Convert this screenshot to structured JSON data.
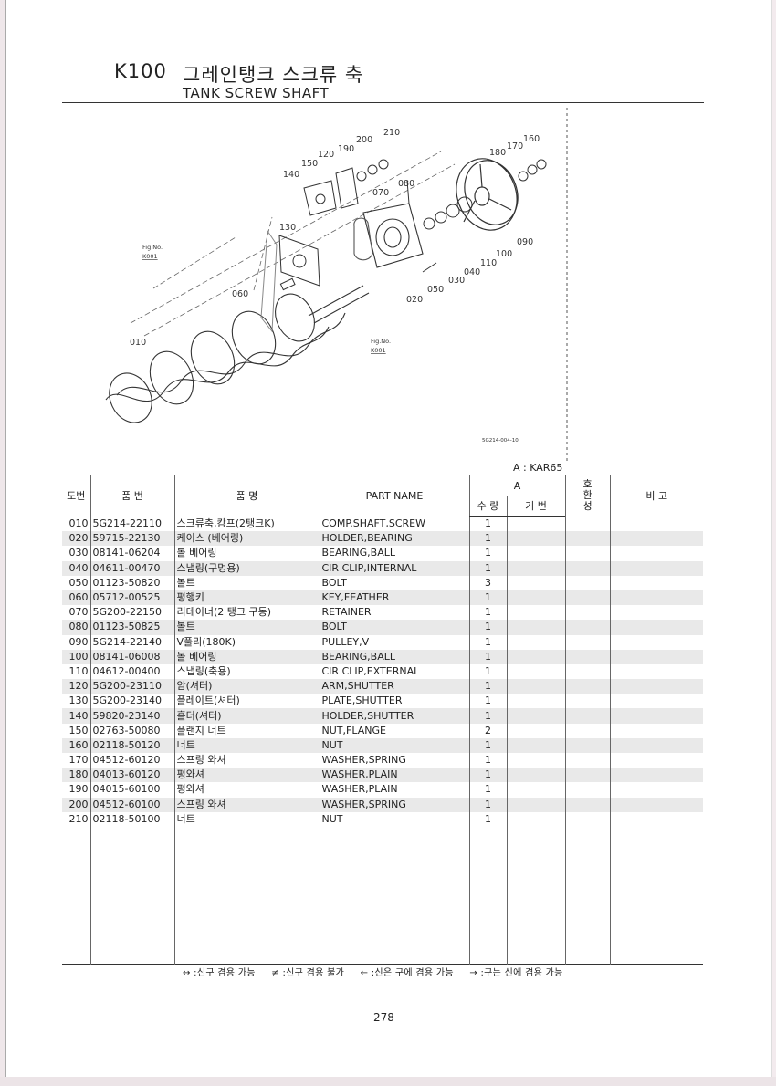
{
  "header": {
    "code": "K100",
    "title_ko": "그레인탱크 스크류 축",
    "title_en": "TANK SCREW SHAFT"
  },
  "diagram": {
    "callouts": [
      "210",
      "200",
      "190",
      "120",
      "150",
      "140",
      "070",
      "080",
      "160",
      "170",
      "180",
      "130",
      "090",
      "100",
      "110",
      "040",
      "030",
      "050",
      "020",
      "060",
      "010"
    ],
    "fig_ref_1": "Fig.No.",
    "fig_ref_1_code": "K001",
    "fig_ref_2": "Fig.No.",
    "fig_ref_2_code": "K001",
    "drawing_code": "5G214-004-10"
  },
  "model_line": "A : KAR65",
  "table": {
    "headers": {
      "no": "도번",
      "part_no": "품 번",
      "part_name_ko": "품 명",
      "part_name_en": "PART NAME",
      "group_a": "A",
      "qty": "수 량",
      "machine_no": "기 번",
      "interchange": "호\n환\n성",
      "remarks": "비 고"
    },
    "rows": [
      {
        "no": "010",
        "part": "5G214-22110",
        "ko": "스크류축,캄프(2탱크K)",
        "en": "COMP.SHAFT,SCREW",
        "qty": "1"
      },
      {
        "no": "020",
        "part": "59715-22130",
        "ko": "케이스 (베어링)",
        "en": "HOLDER,BEARING",
        "qty": "1"
      },
      {
        "no": "030",
        "part": "08141-06204",
        "ko": "볼 베어링",
        "en": "BEARING,BALL",
        "qty": "1"
      },
      {
        "no": "040",
        "part": "04611-00470",
        "ko": "스냅링(구멍용)",
        "en": "CIR CLIP,INTERNAL",
        "qty": "1"
      },
      {
        "no": "050",
        "part": "01123-50820",
        "ko": "볼트",
        "en": "BOLT",
        "qty": "3"
      },
      {
        "no": "060",
        "part": "05712-00525",
        "ko": "평행키",
        "en": "KEY,FEATHER",
        "qty": "1"
      },
      {
        "no": "070",
        "part": "5G200-22150",
        "ko": "리테이너(2 탱크 구동)",
        "en": "RETAINER",
        "qty": "1"
      },
      {
        "no": "080",
        "part": "01123-50825",
        "ko": "볼트",
        "en": "BOLT",
        "qty": "1"
      },
      {
        "no": "090",
        "part": "5G214-22140",
        "ko": "V풀리(180K)",
        "en": "PULLEY,V",
        "qty": "1"
      },
      {
        "no": "100",
        "part": "08141-06008",
        "ko": "볼 베어링",
        "en": "BEARING,BALL",
        "qty": "1"
      },
      {
        "no": "110",
        "part": "04612-00400",
        "ko": "스냅링(축용)",
        "en": "CIR CLIP,EXTERNAL",
        "qty": "1"
      },
      {
        "no": "120",
        "part": "5G200-23110",
        "ko": "암(셔터)",
        "en": "ARM,SHUTTER",
        "qty": "1"
      },
      {
        "no": "130",
        "part": "5G200-23140",
        "ko": "플레이트(셔터)",
        "en": "PLATE,SHUTTER",
        "qty": "1"
      },
      {
        "no": "140",
        "part": "59820-23140",
        "ko": "홀더(셔터)",
        "en": "HOLDER,SHUTTER",
        "qty": "1"
      },
      {
        "no": "150",
        "part": "02763-50080",
        "ko": "플랜지 너트",
        "en": "NUT,FLANGE",
        "qty": "2"
      },
      {
        "no": "160",
        "part": "02118-50120",
        "ko": "너트",
        "en": "NUT",
        "qty": "1"
      },
      {
        "no": "170",
        "part": "04512-60120",
        "ko": "스프링 와셔",
        "en": "WASHER,SPRING",
        "qty": "1"
      },
      {
        "no": "180",
        "part": "04013-60120",
        "ko": "평와셔",
        "en": "WASHER,PLAIN",
        "qty": "1"
      },
      {
        "no": "190",
        "part": "04015-60100",
        "ko": "평와셔",
        "en": "WASHER,PLAIN",
        "qty": "1"
      },
      {
        "no": "200",
        "part": "04512-60100",
        "ko": "스프링 와셔",
        "en": "WASHER,SPRING",
        "qty": "1"
      },
      {
        "no": "210",
        "part": "02118-50100",
        "ko": "너트",
        "en": "NUT",
        "qty": "1"
      }
    ]
  },
  "legend": {
    "item1": "↔ :신구 겸용 가능",
    "item2": "≠ :신구 겸용 불가",
    "item3": "← :신은 구에 겸용 가능",
    "item4": "→ :구는 신에 겸용 가능"
  },
  "page_number": "278"
}
